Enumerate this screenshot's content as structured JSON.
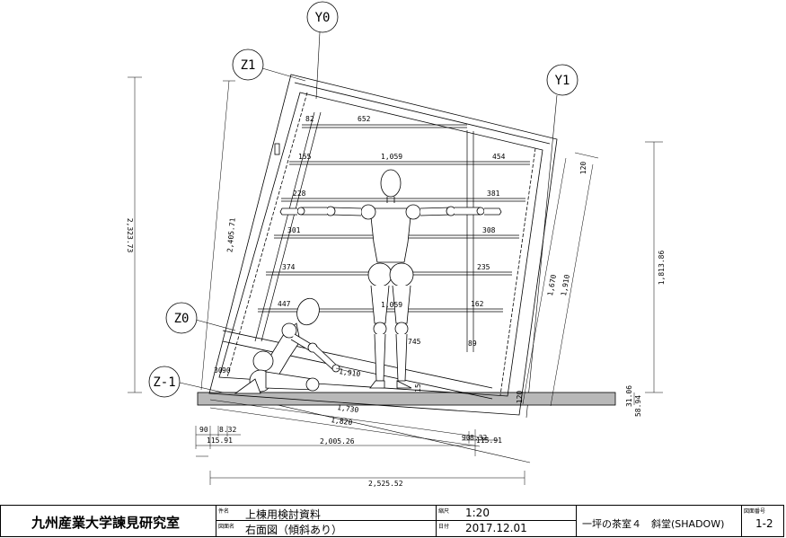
{
  "drawing": {
    "grid_labels": {
      "y0": "Y0",
      "y1": "Y1",
      "z1": "Z1",
      "z0": "Z0",
      "zm1": "Z-1"
    },
    "shelf_left": [
      "82",
      "155",
      "228",
      "301",
      "374",
      "447"
    ],
    "shelf_right": [
      "454",
      "381",
      "308",
      "235",
      "162",
      "89"
    ],
    "shelf_top": "652",
    "span_upper": "1,059",
    "span_mid": "1,059",
    "span_lower": "745",
    "dims": {
      "left_outer": "2,323.73",
      "left_inner": "2,405.71",
      "right_1": "1,670",
      "right_2": "1,910",
      "right_outer": "1,813.86",
      "top_right_120": "120",
      "bottom_right_120": "120",
      "right_15": "15",
      "floor_3106": "31.06",
      "floor_5894": "58.94",
      "left_30": "30",
      "left_90": "90",
      "diag_1910": "1,910",
      "diag_1730": "1,730",
      "diag_1820": "1,820",
      "diag_200526": "2,005.26",
      "b_90": "90",
      "b_832": "8.32",
      "b_11591": "115.91",
      "br_90": "90",
      "br_832": "8.32",
      "br_11591": "115.91",
      "total": "2,525.52"
    }
  },
  "title_block": {
    "organization": "九州産業大学諫見研究室",
    "label_name": "件名",
    "label_drawing": "図面名",
    "project": "上棟用検討資料",
    "drawing_name": "右面図（傾斜あり）",
    "label_scale": "縮尺",
    "label_date": "日付",
    "scale": "1:20",
    "date": "2017.12.01",
    "sheet_title": "一坪の茶室４　斜堂(SHADOW)",
    "label_number": "図面番号",
    "number": "1-2"
  }
}
